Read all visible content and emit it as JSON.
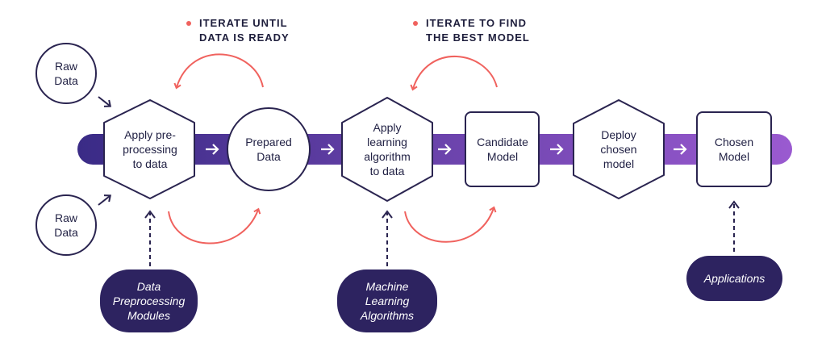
{
  "colors": {
    "navy": "#2d2360",
    "outline": "#2a2450",
    "accent": "#f0625e",
    "band_start": "#3a2b86",
    "band_end": "#9a5ad0",
    "arrow": "#ffffff"
  },
  "notes": {
    "iterate_data_line1": "ITERATE UNTIL",
    "iterate_data_line2": "DATA IS READY",
    "iterate_model_line1": "ITERATE TO FIND",
    "iterate_model_line2": "THE BEST MODEL"
  },
  "inputs": {
    "raw_data_top_line1": "Raw",
    "raw_data_top_line2": "Data",
    "raw_data_bottom_line1": "Raw",
    "raw_data_bottom_line2": "Data"
  },
  "steps": {
    "apply_preprocessing": [
      "Apply pre-",
      "processing",
      "to data"
    ],
    "prepared_data": [
      "Prepared",
      "Data"
    ],
    "apply_learning": [
      "Apply",
      "learning",
      "algorithm",
      "to data"
    ],
    "candidate_model": [
      "Candidate",
      "Model"
    ],
    "deploy_model": [
      "Deploy",
      "chosen",
      "model"
    ],
    "chosen_model": [
      "Chosen",
      "Model"
    ]
  },
  "sources": {
    "preprocessing_modules": [
      "Data",
      "Preprocessing",
      "Modules"
    ],
    "ml_algorithms": [
      "Machine",
      "Learning",
      "Algorithms"
    ],
    "applications": [
      "Applications"
    ]
  },
  "icons": {
    "flow_arrow": "arrow-right-icon",
    "loop_arrow": "curved-arrow-icon",
    "input_arrow": "diagonal-arrow-icon",
    "dashed_arrow": "dashed-up-arrow-icon"
  }
}
